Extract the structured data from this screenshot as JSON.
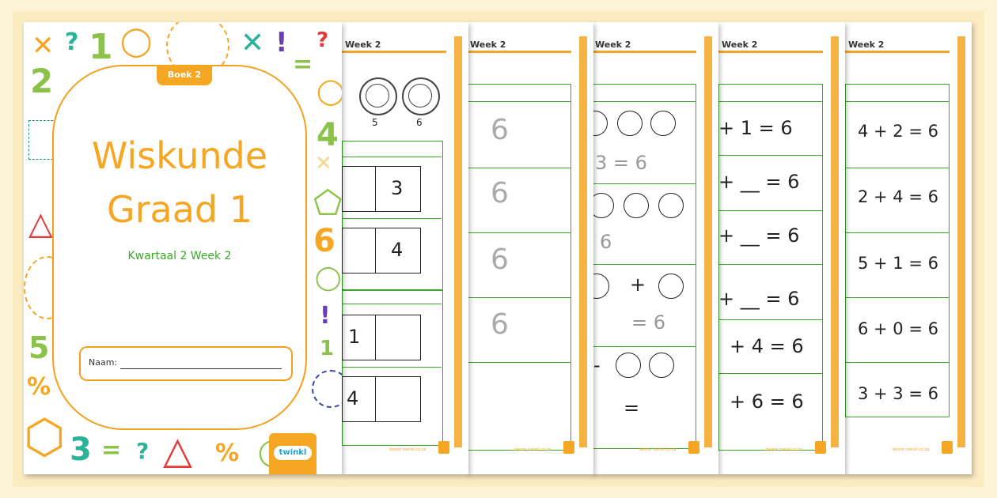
{
  "cover": {
    "book_tag": "Boek 2",
    "title_line1": "Wiskunde",
    "title_line2": "Graad 1",
    "subtitle": "Kwartaal 2 Week 2",
    "name_label": "Naam:",
    "logo": "twinkl"
  },
  "worksheets": [
    {
      "week": "Week 2",
      "footer": "beook.twinkl.co.za",
      "button_labels": [
        "5",
        "6"
      ],
      "boxes": [
        "3",
        "4",
        "1",
        "4"
      ]
    },
    {
      "week": "Week 2",
      "footer": "beook.twinkl.co.za",
      "trace_digits": [
        "6",
        "6",
        "6",
        "6"
      ]
    },
    {
      "week": "Week 2",
      "footer": "beook.twinkl.co.za",
      "rows": [
        "3 = 6",
        "6",
        "+",
        "= 6",
        "=",
        "-"
      ]
    },
    {
      "week": "Week 2",
      "footer": "beook.twinkl.co.za",
      "rows": [
        "+ 1 = 6",
        "+ __ = 6",
        "+ __ = 6",
        "+ __  = 6",
        "+ 4 = 6",
        "+ 6 = 6"
      ]
    },
    {
      "week": "Week 2",
      "footer": "beook.twinkl.co.za",
      "rows": [
        "4 + 2 = 6",
        "2 + 4 = 6",
        "5 + 1 = 6",
        "6 + 0 = 6",
        "3 + 3 = 6"
      ]
    }
  ],
  "colors": {
    "orange": "#f5a623",
    "green": "#3aa829",
    "background": "#fbecc2"
  }
}
